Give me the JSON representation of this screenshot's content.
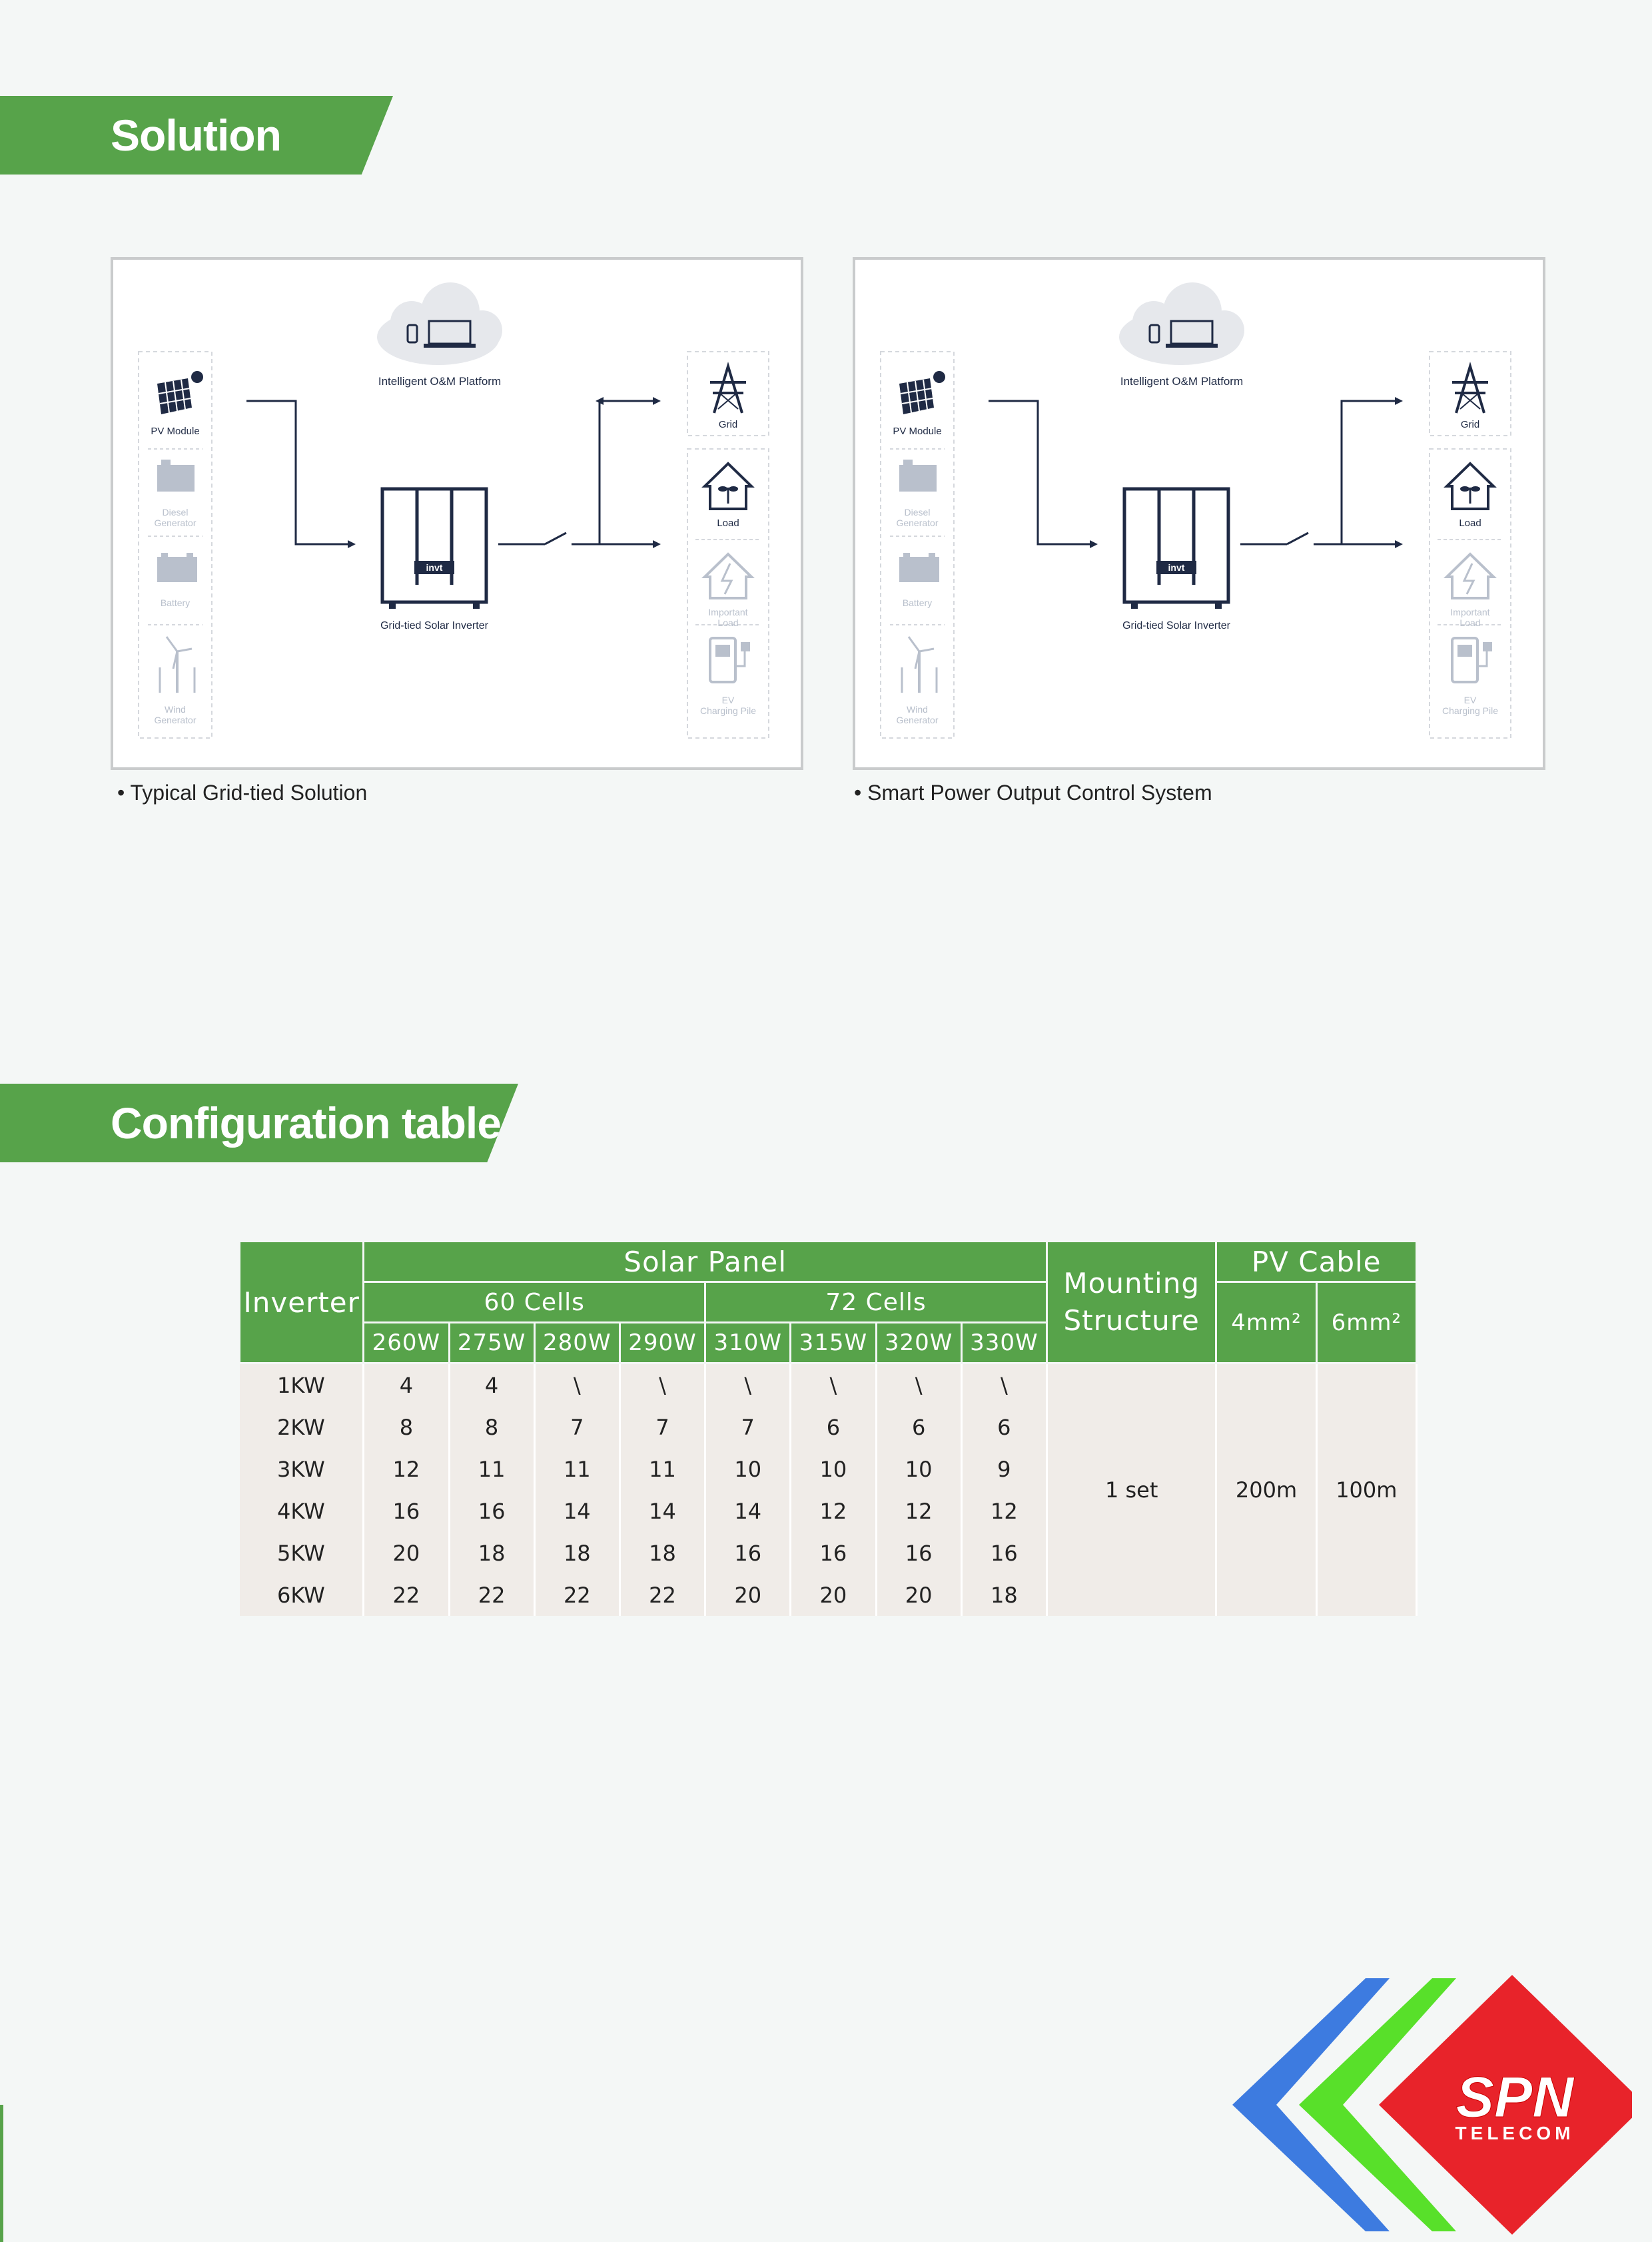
{
  "sections": {
    "solution_title": "Solution",
    "config_title": "Configuration table"
  },
  "diagrams": [
    {
      "caption": "Typical Grid-tied Solution",
      "platform": "Intelligent O&M Platform",
      "inverter": "Grid-tied Solar Inverter",
      "inverter_brand": "invt",
      "sources": [
        "PV Module",
        "Diesel Generator",
        "Battery",
        "Wind Generator"
      ],
      "outputs": [
        "Grid",
        "Load",
        "Important Load",
        "EV Charging Pile"
      ]
    },
    {
      "caption": "Smart Power Output Control System",
      "platform": "Intelligent O&M Platform",
      "inverter": "Grid-tied Solar Inverter",
      "inverter_brand": "invt",
      "sources": [
        "PV Module",
        "Diesel Generator",
        "Battery",
        "Wind Generator"
      ],
      "outputs": [
        "Grid",
        "Load",
        "Important Load",
        "EV Charging Pile"
      ]
    }
  ],
  "table": {
    "inverter_header": "Inverter",
    "solar_panel_header": "Solar Panel",
    "cells60_header": "60 Cells",
    "cells72_header": "72 Cells",
    "mounting_header": "Mounting Structure",
    "pv_cable_header": "PV Cable",
    "cable_4": "4mm²",
    "cable_6": "6mm²",
    "wattages": [
      "260W",
      "275W",
      "280W",
      "290W",
      "310W",
      "315W",
      "320W",
      "330W"
    ],
    "rows": [
      {
        "inverter": "1KW",
        "values": [
          "4",
          "4",
          "\\",
          "\\",
          "\\",
          "\\",
          "\\",
          "\\"
        ]
      },
      {
        "inverter": "2KW",
        "values": [
          "8",
          "8",
          "7",
          "7",
          "7",
          "6",
          "6",
          "6"
        ]
      },
      {
        "inverter": "3KW",
        "values": [
          "12",
          "11",
          "11",
          "11",
          "10",
          "10",
          "10",
          "9"
        ]
      },
      {
        "inverter": "4KW",
        "values": [
          "16",
          "16",
          "14",
          "14",
          "14",
          "12",
          "12",
          "12"
        ]
      },
      {
        "inverter": "5KW",
        "values": [
          "20",
          "18",
          "18",
          "18",
          "16",
          "16",
          "16",
          "16"
        ]
      },
      {
        "inverter": "6KW",
        "values": [
          "22",
          "22",
          "22",
          "22",
          "20",
          "20",
          "20",
          "18"
        ]
      }
    ],
    "mounting_value": "1 set",
    "cable4_value": "200m",
    "cable6_value": "100m"
  },
  "logo": {
    "main": "SPN",
    "sub": "TELECOM",
    "colors": {
      "blue": "#3d7be0",
      "green": "#58e02a",
      "red": "#e8232a"
    }
  },
  "colors": {
    "accent": "#57a34a",
    "table_body": "#f0ece8"
  }
}
